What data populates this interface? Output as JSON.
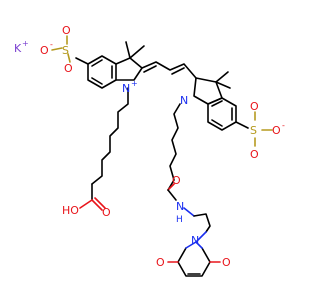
{
  "colors": {
    "carbon": "#000000",
    "oxygen": "#e8151b",
    "nitrogen": "#1a2ff0",
    "sulfur": "#b59a1f",
    "potassium": "#7a3fd0"
  },
  "labels": {
    "potassium": "K",
    "potassium_charge": "+",
    "sulfonate1_O_top": "O",
    "sulfonate1_O_left": "O",
    "sulfonate1_O_neg": "O",
    "sulfonate1_neg_charge": "-",
    "sulfonate1_S": "S",
    "sulfonate2_O_top": "O",
    "sulfonate2_O_bottom": "O",
    "sulfonate2_O_neg": "O",
    "sulfonate2_neg_charge": "-",
    "sulfonate2_S": "S",
    "indole1_N": "N",
    "indole1_N_charge": "+",
    "indole2_N": "N",
    "acid_O": "O",
    "acid_OH": "HO",
    "amide_O": "O",
    "amide_NH": "N",
    "amide_H": "H",
    "maleimide_N": "N",
    "maleimide_O_left": "O",
    "maleimide_O_right": "O"
  }
}
